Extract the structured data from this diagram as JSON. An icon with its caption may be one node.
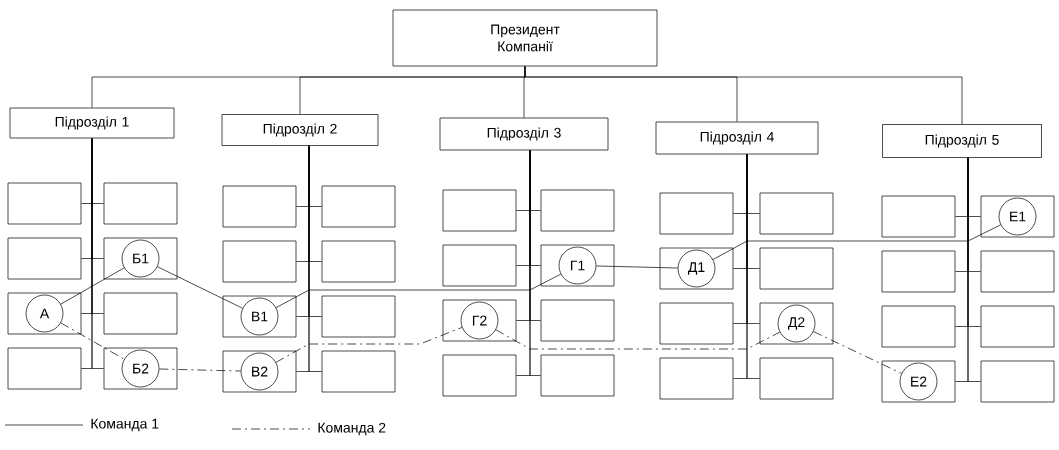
{
  "diagram": {
    "nodes": [
      {
        "text": [
          "Президент Компанії"
        ]
      },
      {
        "text": [
          "Підрозділ 1"
        ]
      },
      {
        "text": [
          "Підрозділ 2"
        ]
      },
      {
        "text": [
          "Підрозділ 3"
        ]
      },
      {
        "text": [
          "Підрозділ 4"
        ]
      },
      {
        "text": [
          "Підрозділ 5"
        ]
      },
      {
        "text": [],
        "shape": "box"
      },
      {
        "text": [],
        "shape": "box"
      },
      {
        "text": [],
        "shape": "box"
      },
      {
        "text": [],
        "shape": "box"
      },
      {
        "text": [
          "Б1"
        ],
        "in": 9
      },
      {
        "text": [],
        "shape": "box"
      },
      {
        "text": [
          "А"
        ],
        "in": 11
      },
      {
        "text": [],
        "shape": "box"
      },
      {
        "text": [],
        "shape": "box"
      },
      {
        "text": [],
        "shape": "box"
      },
      {
        "text": [
          "Б2"
        ],
        "in": 15
      },
      {
        "text": [],
        "shape": "box"
      },
      {
        "text": [],
        "shape": "box"
      },
      {
        "text": [],
        "shape": "box"
      },
      {
        "text": [],
        "shape": "box"
      },
      {
        "text": [],
        "shape": "box"
      },
      {
        "text": [
          "В1"
        ],
        "in": 21
      },
      {
        "text": [],
        "shape": "box"
      },
      {
        "text": [],
        "shape": "box"
      },
      {
        "text": [
          "В2"
        ],
        "in": 24
      },
      {
        "text": [],
        "shape": "box"
      },
      {
        "text": [],
        "shape": "box"
      },
      {
        "text": [],
        "shape": "box"
      },
      {
        "text": [],
        "shape": "box"
      },
      {
        "text": [],
        "shape": "box"
      },
      {
        "text": [
          "Г1"
        ],
        "in": 30
      },
      {
        "text": [],
        "shape": "box"
      },
      {
        "text": [
          "Г2"
        ],
        "in": 32
      },
      {
        "text": [],
        "shape": "box"
      },
      {
        "text": [],
        "shape": "box"
      },
      {
        "text": [],
        "shape": "box"
      },
      {
        "text": [],
        "shape": "box"
      },
      {
        "text": [],
        "shape": "box"
      },
      {
        "text": [],
        "shape": "box"
      },
      {
        "text": [
          "Д1"
        ],
        "in": 39
      },
      {
        "text": [],
        "shape": "box"
      },
      {
        "text": [],
        "shape": "box"
      },
      {
        "text": [],
        "shape": "box"
      },
      {
        "text": [
          "Д2"
        ],
        "in": 43
      },
      {
        "text": [],
        "shape": "box"
      },
      {
        "text": [],
        "shape": "box"
      },
      {
        "text": [],
        "shape": "box"
      },
      {
        "text": [],
        "shape": "box"
      },
      {
        "text": [
          "Е1"
        ],
        "in": 48
      },
      {
        "text": [],
        "shape": "box"
      },
      {
        "text": [],
        "shape": "box"
      },
      {
        "text": [],
        "shape": "box"
      },
      {
        "text": [],
        "shape": "box"
      },
      {
        "text": [],
        "shape": "box"
      },
      {
        "text": [
          "Е2"
        ],
        "in": 54
      },
      {
        "text": [],
        "shape": "box"
      }
    ],
    "edges": [
      {
        "from": 0,
        "to": 1,
        "arrow": "none"
      },
      {
        "from": 0,
        "to": 2,
        "arrow": "none"
      },
      {
        "from": 0,
        "to": 3,
        "arrow": "none"
      },
      {
        "from": 0,
        "to": 4,
        "arrow": "none"
      },
      {
        "from": 0,
        "to": 5,
        "arrow": "none"
      },
      {
        "from": 1,
        "to": 6,
        "arrow": "none"
      },
      {
        "from": 1,
        "to": 7,
        "arrow": "none"
      },
      {
        "from": 1,
        "to": 8,
        "arrow": "none"
      },
      {
        "from": 1,
        "to": 9,
        "arrow": "none"
      },
      {
        "from": 1,
        "to": 11,
        "arrow": "none"
      },
      {
        "from": 1,
        "to": 13,
        "arrow": "none"
      },
      {
        "from": 1,
        "to": 14,
        "arrow": "none"
      },
      {
        "from": 1,
        "to": 15,
        "arrow": "none"
      },
      {
        "from": 2,
        "to": 17,
        "arrow": "none"
      },
      {
        "from": 2,
        "to": 18,
        "arrow": "none"
      },
      {
        "from": 2,
        "to": 19,
        "arrow": "none"
      },
      {
        "from": 2,
        "to": 20,
        "arrow": "none"
      },
      {
        "from": 2,
        "to": 21,
        "arrow": "none"
      },
      {
        "from": 2,
        "to": 23,
        "arrow": "none"
      },
      {
        "from": 2,
        "to": 24,
        "arrow": "none"
      },
      {
        "from": 2,
        "to": 26,
        "arrow": "none"
      },
      {
        "from": 3,
        "to": 27,
        "arrow": "none"
      },
      {
        "from": 3,
        "to": 28,
        "arrow": "none"
      },
      {
        "from": 3,
        "to": 29,
        "arrow": "none"
      },
      {
        "from": 3,
        "to": 30,
        "arrow": "none"
      },
      {
        "from": 3,
        "to": 32,
        "arrow": "none"
      },
      {
        "from": 3,
        "to": 34,
        "arrow": "none"
      },
      {
        "from": 3,
        "to": 35,
        "arrow": "none"
      },
      {
        "from": 3,
        "to": 36,
        "arrow": "none"
      },
      {
        "from": 4,
        "to": 37,
        "arrow": "none"
      },
      {
        "from": 4,
        "to": 38,
        "arrow": "none"
      },
      {
        "from": 4,
        "to": 39,
        "arrow": "none"
      },
      {
        "from": 4,
        "to": 41,
        "arrow": "none"
      },
      {
        "from": 4,
        "to": 42,
        "arrow": "none"
      },
      {
        "from": 4,
        "to": 43,
        "arrow": "none"
      },
      {
        "from": 4,
        "to": 45,
        "arrow": "none"
      },
      {
        "from": 4,
        "to": 46,
        "arrow": "none"
      },
      {
        "from": 5,
        "to": 47,
        "arrow": "none"
      },
      {
        "from": 5,
        "to": 48,
        "arrow": "none"
      },
      {
        "from": 5,
        "to": 50,
        "arrow": "none"
      },
      {
        "from": 5,
        "to": 51,
        "arrow": "none"
      },
      {
        "from": 5,
        "to": 52,
        "arrow": "none"
      },
      {
        "from": 5,
        "to": 53,
        "arrow": "none"
      },
      {
        "from": 5,
        "to": 54,
        "arrow": "none"
      },
      {
        "from": 5,
        "to": 56,
        "arrow": "none"
      },
      {
        "from": 12,
        "to": 10,
        "arrow": "none"
      },
      {
        "from": 10,
        "to": 22,
        "arrow": "none"
      },
      {
        "from": 22,
        "to": 31,
        "arrow": "none"
      },
      {
        "from": 31,
        "to": 40,
        "arrow": "none"
      },
      {
        "from": 40,
        "to": 49,
        "arrow": "none"
      },
      {
        "from": 12,
        "to": 16,
        "arrow": "none",
        "style": "dashed"
      },
      {
        "from": 16,
        "to": 25,
        "arrow": "none",
        "style": "dashed"
      },
      {
        "from": 25,
        "to": 33,
        "arrow": "none",
        "style": "dashed"
      },
      {
        "from": 33,
        "to": 44,
        "arrow": "none",
        "style": "dashed"
      },
      {
        "from": 44,
        "to": 55,
        "arrow": "none",
        "style": "dashed"
      }
    ],
    "legend": [
      {
        "text": "Команда 1"
      },
      {
        "text": "Команда 2"
      }
    ]
  }
}
